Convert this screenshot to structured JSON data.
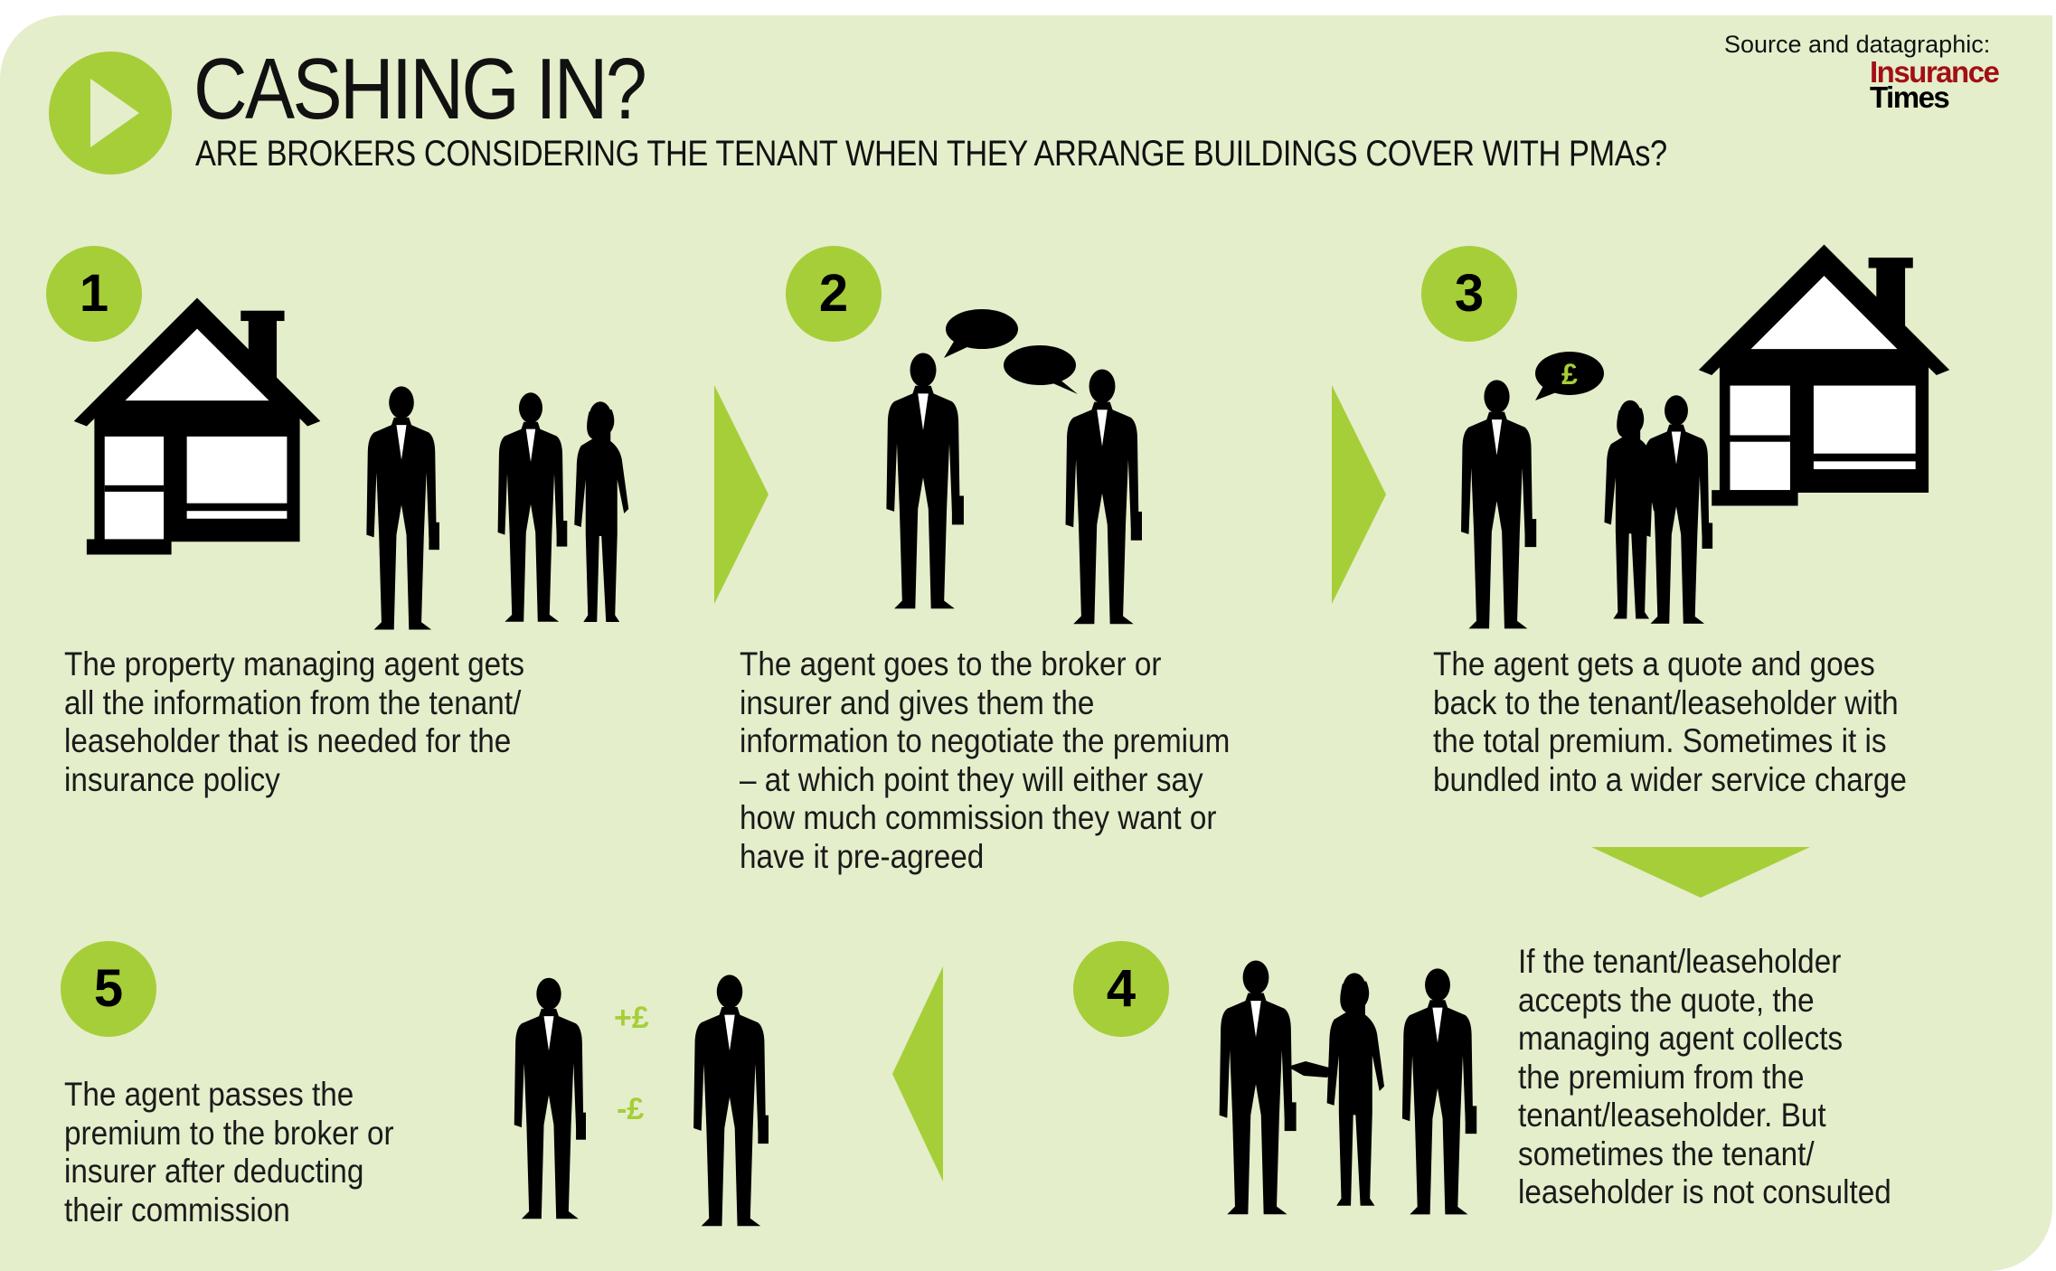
{
  "header": {
    "title": "CASHING IN?",
    "subtitle": "ARE BROKERS CONSIDERING THE TENANT WHEN THEY ARRANGE BUILDINGS COVER WITH PMAs?",
    "source_label": "Source and datagraphic:",
    "logo": {
      "line1": "Insurance",
      "line2": "Times"
    }
  },
  "colors": {
    "background": "#e4eecb",
    "accent": "#a6ce39",
    "logo_red": "#a30f14"
  },
  "steps": [
    {
      "number": "1",
      "lines": [
        "The property managing agent gets",
        "all the information from the tenant/",
        "leaseholder that is needed for the",
        "insurance policy"
      ]
    },
    {
      "number": "2",
      "lines": [
        "The agent goes to the broker or",
        "insurer and gives them the",
        "information to negotiate the premium",
        "– at which point they will either say",
        "how much commission they want or",
        "have it pre-agreed"
      ]
    },
    {
      "number": "3",
      "lines": [
        "The agent gets a quote and goes",
        "back to the tenant/leaseholder with",
        "the total premium. Sometimes it is",
        "bundled into a wider service charge"
      ],
      "bubble": "£"
    },
    {
      "number": "4",
      "lines": [
        "If the tenant/leaseholder",
        "accepts the quote, the",
        "managing agent collects",
        "the premium from the",
        "tenant/leaseholder. But",
        "sometimes the tenant/",
        "leaseholder is not consulted"
      ]
    },
    {
      "number": "5",
      "lines": [
        "The agent passes the",
        "premium to the broker or",
        "insurer after deducting",
        "their commission"
      ],
      "plus": "+£",
      "minus": "-£"
    }
  ]
}
